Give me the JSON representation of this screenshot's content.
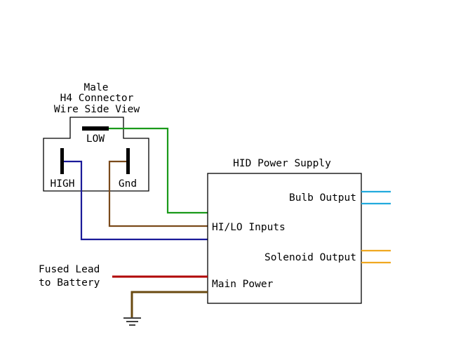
{
  "connector": {
    "title_line1": "Male",
    "title_line2": "H4 Connector",
    "title_line3": "Wire Side View",
    "pin_low": "LOW",
    "pin_high": "HIGH",
    "pin_gnd": "Gnd"
  },
  "power_supply": {
    "title": "HID Power Supply",
    "bulb_output": "Bulb Output",
    "hilo_inputs": "HI/LO Inputs",
    "solenoid_output": "Solenoid Output",
    "main_power": "Main Power"
  },
  "battery": {
    "line1": "Fused Lead",
    "line2": "to Battery"
  },
  "colors": {
    "low_wire": "#1a9a1a",
    "high_wire": "#1a1a99",
    "gnd_wire": "#7a4a1a",
    "battery_wire": "#b00000",
    "ground_wire": "#6a4a10",
    "bulb_output_wire": "#22aadd",
    "solenoid_output_wire": "#f0a820",
    "outline": "#000000"
  }
}
